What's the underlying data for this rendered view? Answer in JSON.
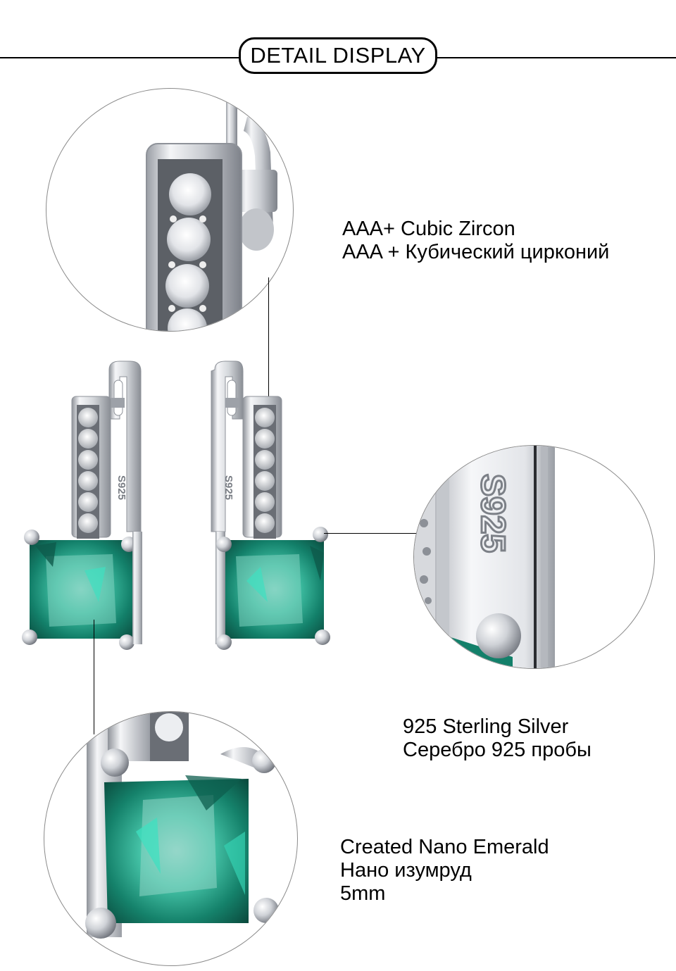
{
  "header": {
    "title": "DETAIL DISPLAY"
  },
  "features": [
    {
      "id": "zircon",
      "lines": [
        "AAA+ Cubic Zircon",
        "AAA + Кубический цирконий"
      ]
    },
    {
      "id": "silver",
      "lines": [
        "925 Sterling Silver",
        "Серебро 925 пробы"
      ]
    },
    {
      "id": "emerald",
      "lines": [
        "Created Nano Emerald",
        "Нано изумруд",
        "5mm"
      ]
    }
  ],
  "product": {
    "stamp": "S925",
    "colors": {
      "emerald": "#1a8f76",
      "emerald_light": "#3fd6b8",
      "silver": "#d9dbdf",
      "silver_dark": "#8e9299",
      "line": "#000000",
      "circle_border": "#8a8a8a"
    }
  }
}
